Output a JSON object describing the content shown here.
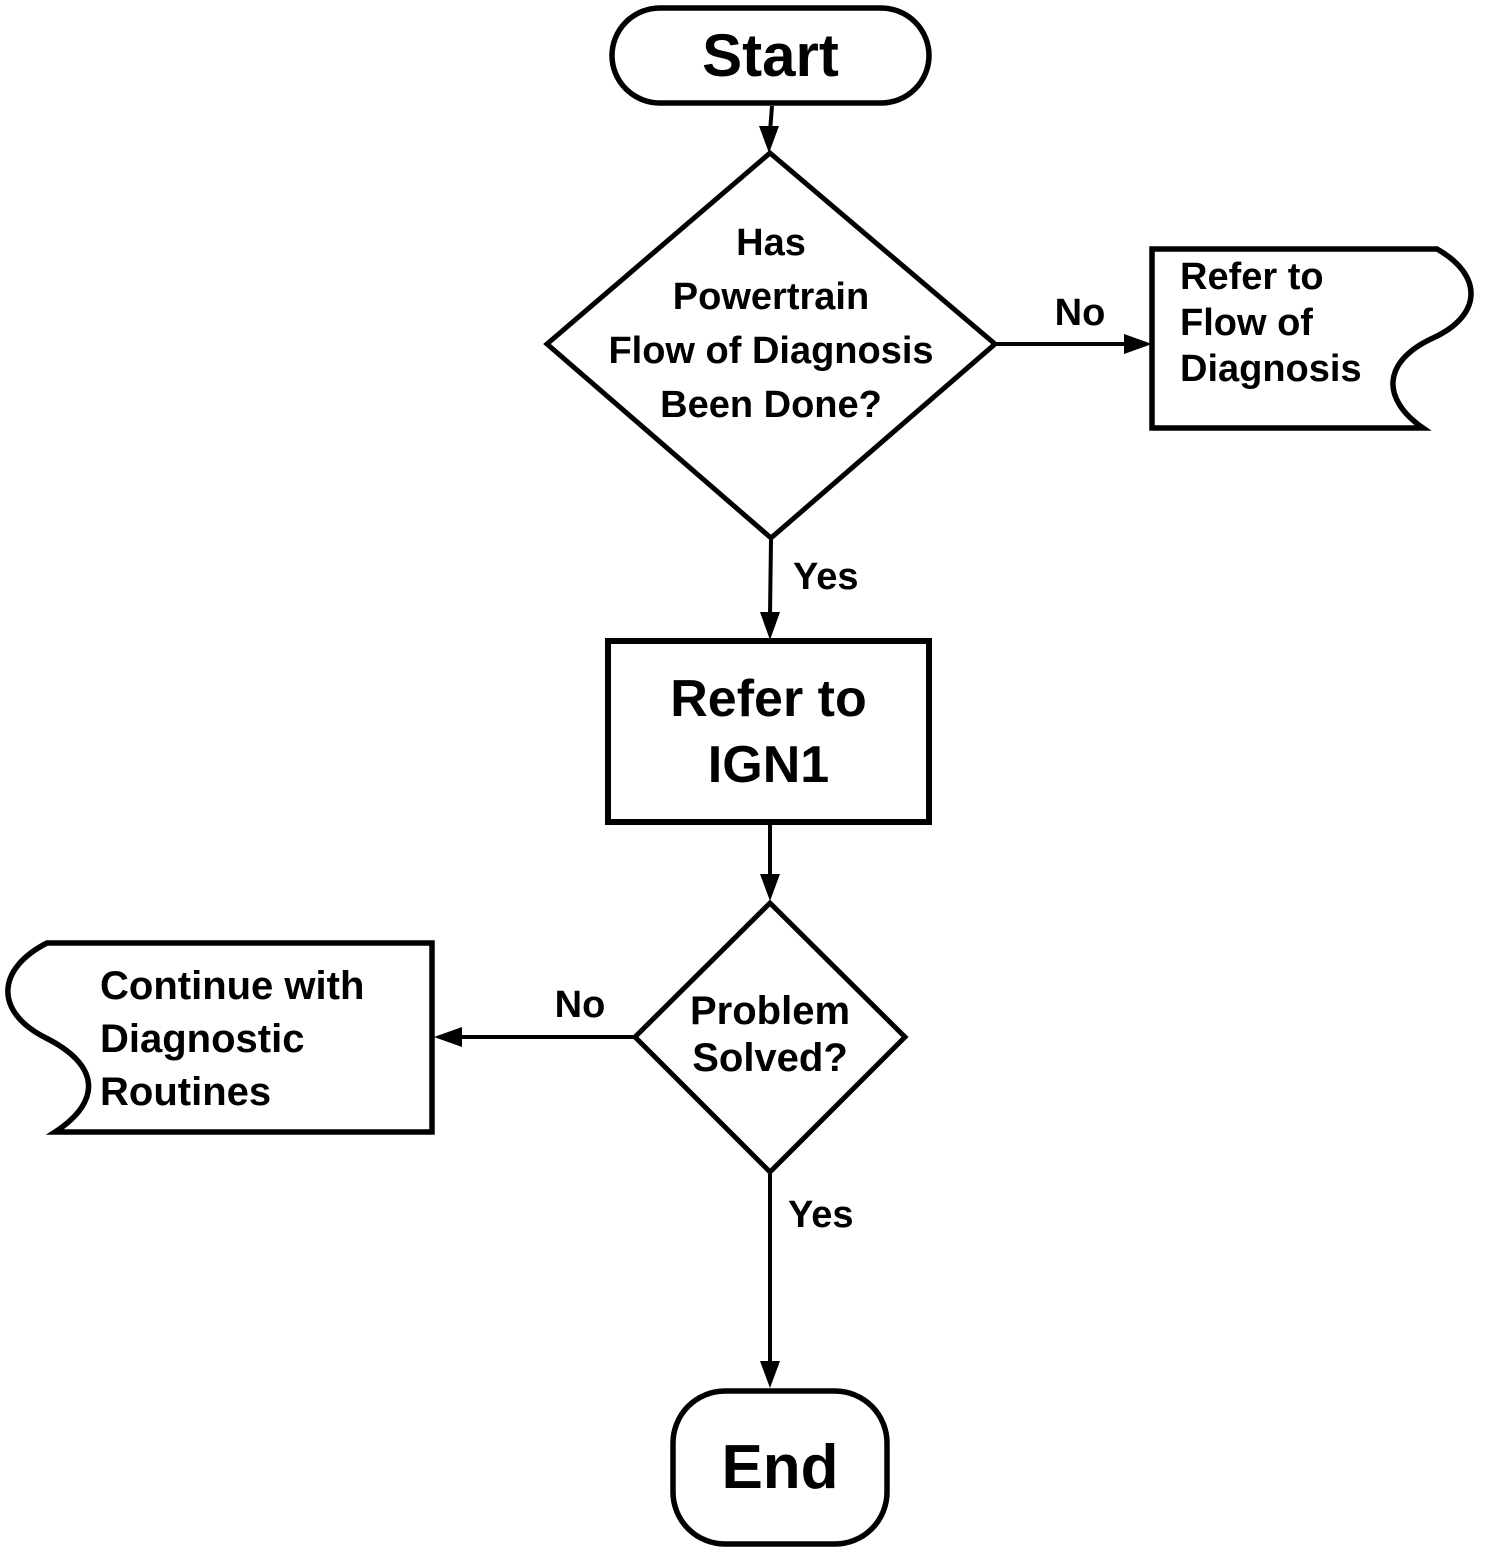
{
  "flowchart": {
    "background_color": "#ffffff",
    "line_color": "#000000",
    "nodes": {
      "start": {
        "type": "terminator",
        "label": "Start"
      },
      "decision_powertrain": {
        "type": "decision",
        "label": "Has\nPowertrain\nFlow of Diagnosis\nBeen Done?"
      },
      "doc_flow_of_diagnosis": {
        "type": "document",
        "label": "Refer to\nFlow of\nDiagnosis"
      },
      "process_ign1": {
        "type": "process",
        "label": "Refer to\nIGN1"
      },
      "decision_problem_solved": {
        "type": "decision",
        "label": "Problem\nSolved?"
      },
      "doc_diagnostic_routines": {
        "type": "document",
        "label": "Continue with\nDiagnostic\nRoutines"
      },
      "end": {
        "type": "terminator",
        "label": "End"
      }
    },
    "edges": [
      {
        "from": "start",
        "to": "decision_powertrain",
        "label": ""
      },
      {
        "from": "decision_powertrain",
        "to": "doc_flow_of_diagnosis",
        "label": "No"
      },
      {
        "from": "decision_powertrain",
        "to": "process_ign1",
        "label": "Yes"
      },
      {
        "from": "process_ign1",
        "to": "decision_problem_solved",
        "label": ""
      },
      {
        "from": "decision_problem_solved",
        "to": "doc_diagnostic_routines",
        "label": "No"
      },
      {
        "from": "decision_problem_solved",
        "to": "end",
        "label": "Yes"
      }
    ]
  }
}
